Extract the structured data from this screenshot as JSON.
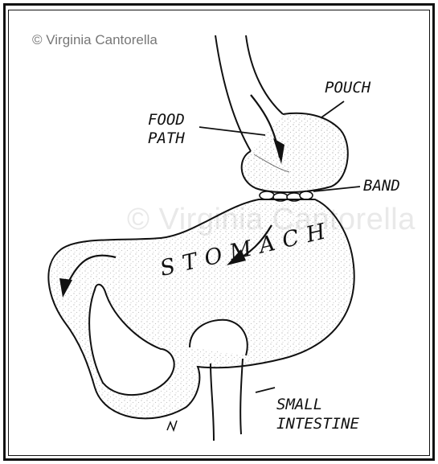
{
  "copyright": "© Virginia Cantorella",
  "watermark": "© Virginia Cantorella",
  "labels": {
    "pouch": "POUCH",
    "food_path_line1": "FOOD",
    "food_path_line2": "PATH",
    "band": "BAND",
    "stomach": "STOMACH",
    "small_intestine_line1": "SMALL",
    "small_intestine_line2": "INTESTINE"
  },
  "colors": {
    "ink": "#111111",
    "stipple": "#333333",
    "copyright_text": "#777777",
    "watermark_text": "#e9e9e9"
  }
}
